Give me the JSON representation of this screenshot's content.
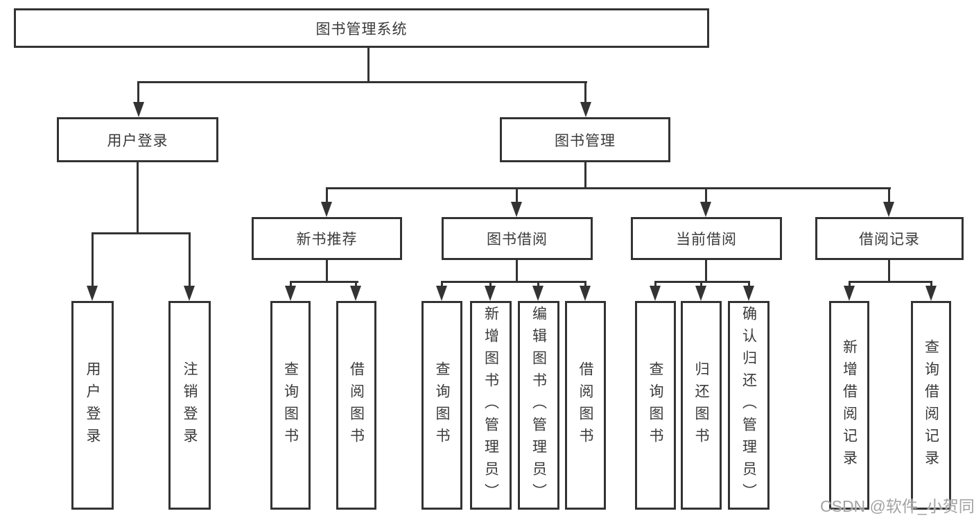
{
  "tree": {
    "root": "图书管理系统",
    "branches": [
      {
        "label": "用户登录",
        "children": [
          {
            "label": "用户登录"
          },
          {
            "label": "注销登录"
          }
        ]
      },
      {
        "label": "图书管理",
        "children": [
          {
            "label": "新书推荐",
            "children": [
              {
                "label": "查询图书"
              },
              {
                "label": "借阅图书"
              }
            ]
          },
          {
            "label": "图书借阅",
            "children": [
              {
                "label": "查询图书"
              },
              {
                "label": "新增图书（管理员）"
              },
              {
                "label": "编辑图书（管理员）"
              },
              {
                "label": "借阅图书"
              }
            ]
          },
          {
            "label": "当前借阅",
            "children": [
              {
                "label": "查询图书"
              },
              {
                "label": "归还图书"
              },
              {
                "label": "确认归还（管理员）"
              }
            ]
          },
          {
            "label": "借阅记录",
            "children": [
              {
                "label": "新增借阅记录"
              },
              {
                "label": "查询借阅记录"
              }
            ]
          }
        ]
      }
    ]
  },
  "watermark": "CSDN @软件_小贺同学",
  "colors": {
    "line": "#333333",
    "text": "#3a3a3a",
    "background": "#ffffff",
    "watermark": "#a3a3a3"
  }
}
